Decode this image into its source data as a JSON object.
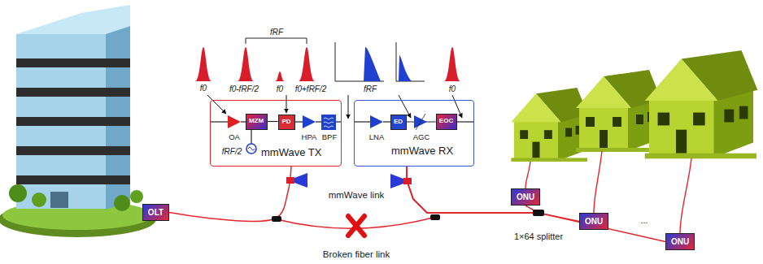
{
  "diagram": {
    "nodes": [
      {
        "text": [
          "mmWave TX"
        ]
      },
      {
        "text": [
          "MZM"
        ],
        "in": 0
      },
      {
        "text": [
          "PD"
        ],
        "in": 0
      },
      {
        "text": [
          "mmWave RX"
        ]
      },
      {
        "text": [
          "ED"
        ],
        "in": 3
      },
      {
        "text": [
          "EOC"
        ],
        "in": 3
      },
      {
        "text": [
          "OLT"
        ]
      },
      {
        "text": [
          "ONU"
        ]
      },
      {
        "text": [
          "ONU"
        ]
      },
      {
        "text": [
          "ONU"
        ]
      }
    ],
    "edges": [
      {
        "from": 1,
        "to": 2,
        "arrow": "none"
      },
      {
        "from": 4,
        "to": 5,
        "arrow": "none"
      },
      {
        "from": 6,
        "to": 0,
        "arrow": "none"
      },
      {
        "from": 3,
        "to": 7,
        "arrow": "none"
      },
      {
        "from": 3,
        "to": 8,
        "arrow": "none"
      },
      {
        "from": 3,
        "to": 9,
        "arrow": "none"
      }
    ],
    "labels": [
      "f0",
      "fRF",
      "f0-fRF/2",
      "f0",
      "f0+fRF/2",
      "fRF",
      "f0",
      "OA",
      "HPA",
      "BPF",
      "fRF/2",
      "LNA",
      "AGC",
      "mmWave link",
      "Broken fiber link",
      "1×64 splitter",
      "..."
    ]
  }
}
